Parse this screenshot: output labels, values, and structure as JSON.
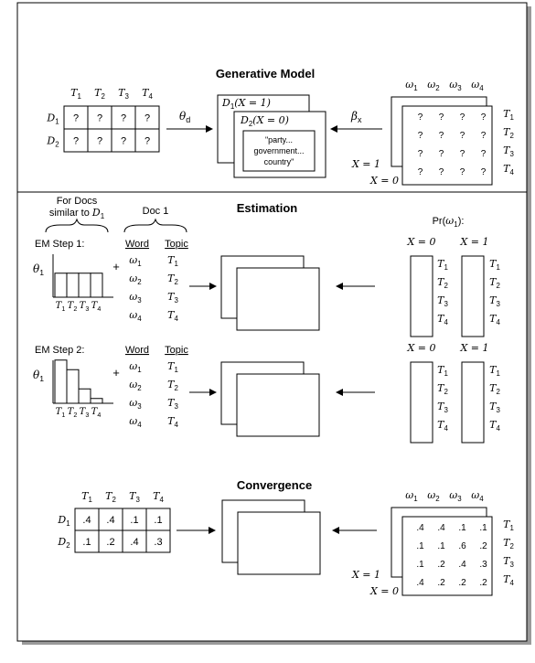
{
  "sections": {
    "generative": "Generative Model",
    "estimation": "Estimation",
    "convergence": "Convergence"
  },
  "generative": {
    "topic_cols": [
      {
        "b": "T",
        "s": "1"
      },
      {
        "b": "T",
        "s": "2"
      },
      {
        "b": "T",
        "s": "3"
      },
      {
        "b": "T",
        "s": "4"
      }
    ],
    "doc_rows": [
      {
        "b": "D",
        "s": "1"
      },
      {
        "b": "D",
        "s": "2"
      }
    ],
    "doc_cells": [
      [
        "?",
        "?",
        "?",
        "?"
      ],
      [
        "?",
        "?",
        "?",
        "?"
      ]
    ],
    "theta": {
      "b": "θ",
      "s": "d"
    },
    "beta": {
      "b": "β",
      "s": "x"
    },
    "card_front": {
      "pre": "D",
      "sub": "1",
      "mid": "(X = 1)"
    },
    "card_back": {
      "pre": "D",
      "sub": "2",
      "mid": "(X = 0)"
    },
    "quote": [
      "\"party...",
      "government...",
      "country\""
    ],
    "word_cols": [
      {
        "b": "ω",
        "s": "1"
      },
      {
        "b": "ω",
        "s": "2"
      },
      {
        "b": "ω",
        "s": "3"
      },
      {
        "b": "ω",
        "s": "4"
      }
    ],
    "topic_rows": [
      {
        "b": "T",
        "s": "1"
      },
      {
        "b": "T",
        "s": "2"
      },
      {
        "b": "T",
        "s": "3"
      },
      {
        "b": "T",
        "s": "4"
      }
    ],
    "word_cells": [
      [
        "?",
        "?",
        "?",
        "?"
      ],
      [
        "?",
        "?",
        "?",
        "?"
      ],
      [
        "?",
        "?",
        "?",
        "?"
      ],
      [
        "?",
        "?",
        "?",
        "?"
      ]
    ],
    "x1": "X = 1",
    "x0": "X = 0"
  },
  "estimation": {
    "for_docs_line1": "For Docs",
    "for_docs_line2_pre": "similar to ",
    "for_docs_line2_sym": {
      "b": "D",
      "s": "1"
    },
    "doc1": "Doc 1",
    "pr_label": {
      "pre": "Pr(",
      "b": "ω",
      "s": "1",
      "post": "):"
    },
    "x0": "X = 0",
    "x1": "X = 1",
    "step1": "EM Step 1:",
    "step2": "EM Step 2:",
    "word_header": "Word",
    "topic_header": "Topic",
    "plus": "+",
    "theta": {
      "b": "θ",
      "s": "1"
    },
    "words": [
      {
        "b": "ω",
        "s": "1"
      },
      {
        "b": "ω",
        "s": "2"
      },
      {
        "b": "ω",
        "s": "3"
      },
      {
        "b": "ω",
        "s": "4"
      }
    ],
    "topics": [
      {
        "b": "T",
        "s": "1"
      },
      {
        "b": "T",
        "s": "2"
      },
      {
        "b": "T",
        "s": "3"
      },
      {
        "b": "T",
        "s": "4"
      }
    ],
    "bar_ticks": [
      "T1",
      "T2",
      "T3",
      "T4"
    ],
    "step1_bars": [
      0.25,
      0.25,
      0.25,
      0.25
    ],
    "step2_bars": [
      0.45,
      0.35,
      0.15,
      0.05
    ]
  },
  "convergence": {
    "topic_cols": [
      {
        "b": "T",
        "s": "1"
      },
      {
        "b": "T",
        "s": "2"
      },
      {
        "b": "T",
        "s": "3"
      },
      {
        "b": "T",
        "s": "4"
      }
    ],
    "doc_rows": [
      {
        "b": "D",
        "s": "1"
      },
      {
        "b": "D",
        "s": "2"
      }
    ],
    "doc_cells": [
      [
        ".4",
        ".4",
        ".1",
        ".1"
      ],
      [
        ".1",
        ".2",
        ".4",
        ".3"
      ]
    ],
    "word_cols": [
      {
        "b": "ω",
        "s": "1"
      },
      {
        "b": "ω",
        "s": "2"
      },
      {
        "b": "ω",
        "s": "3"
      },
      {
        "b": "ω",
        "s": "4"
      }
    ],
    "topic_rows": [
      {
        "b": "T",
        "s": "1"
      },
      {
        "b": "T",
        "s": "2"
      },
      {
        "b": "T",
        "s": "3"
      },
      {
        "b": "T",
        "s": "4"
      }
    ],
    "word_cells": [
      [
        ".4",
        ".4",
        ".1",
        ".1"
      ],
      [
        ".1",
        ".1",
        ".6",
        ".2"
      ],
      [
        ".1",
        ".2",
        ".4",
        ".3"
      ],
      [
        ".4",
        ".2",
        ".2",
        ".2"
      ]
    ],
    "x1": "X = 1",
    "x0": "X = 0"
  }
}
